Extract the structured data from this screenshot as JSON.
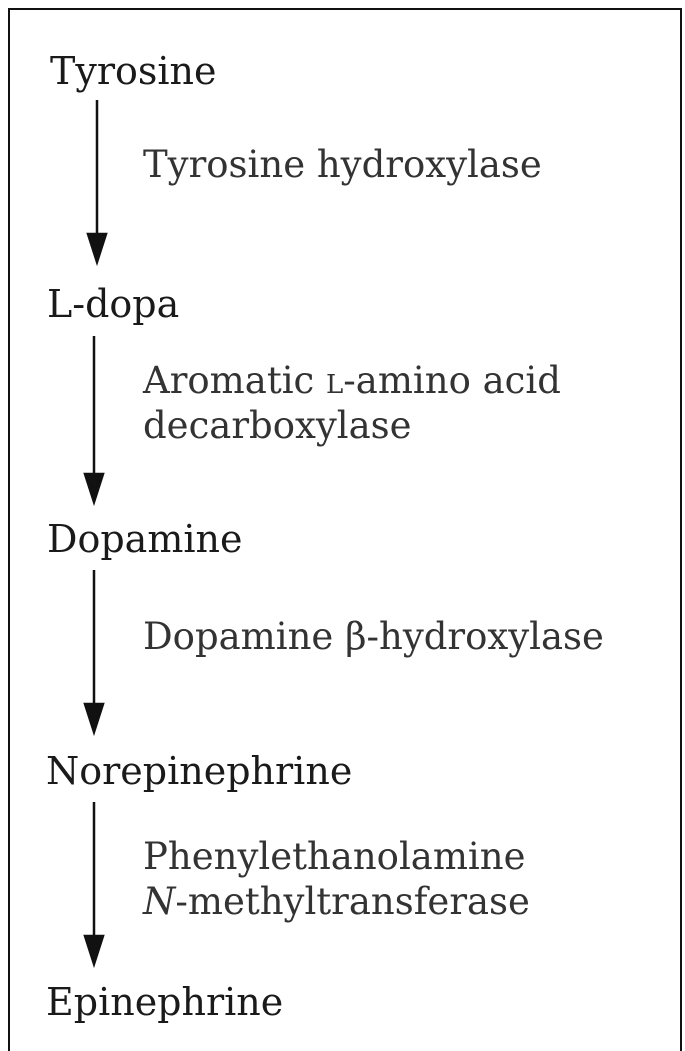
{
  "compounds": [
    "Tyrosine",
    "L-dopa",
    "Dopamine",
    "Norepinephrine",
    "Epinephrine"
  ],
  "enzymes": {
    "e1": "Tyrosine hydroxylase",
    "e2": {
      "line1_prefix": "Aromatic ",
      "line1_smallcaps": "l",
      "line1_suffix": "-amino acid",
      "line2": "decarboxylase"
    },
    "e3": "Dopamine β-hydroxylase",
    "e4": {
      "line1": "Phenylethanolamine",
      "line2_italic": "N",
      "line2_rest": "-methyltransferase"
    }
  },
  "colors": {
    "text": "#1a1a1a",
    "enzyme_text": "#333333",
    "arrow": "#111111"
  }
}
